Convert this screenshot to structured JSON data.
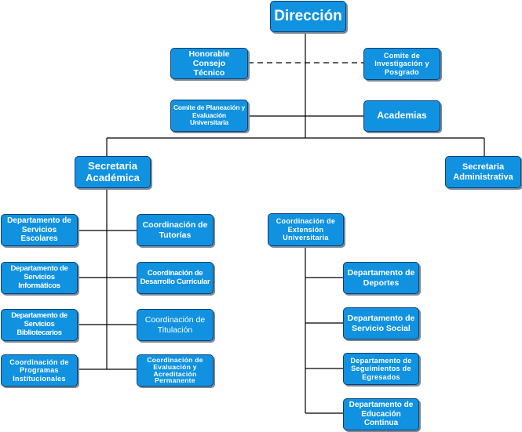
{
  "chart_title": "Dirección",
  "nodes": {
    "direccion": "Dirección",
    "consejo": "Honorable Consejo\nTécnico",
    "comite_investigacion": "Comite de\nInvestigación y\nPosgrado",
    "comite_planeacion": "Comite de Planeación y\nEvaluación\nUniversitaria",
    "academias": "Academias",
    "sec_academica": "Secretaria\nAcadémica",
    "sec_administrativa": "Secretaria\nAdministrativa",
    "depto_servicios_escolares": "Departamento de\nServicios Escolares",
    "coord_tutorias": "Coordinación de\nTutorías",
    "depto_servicios_informaticos": "Departamento de\nServicios Informáticos",
    "coord_desarrollo_curricular": "Coordinación de\nDesarrollo Curricular",
    "depto_servicios_bibliotecarios": "Departamento de\nServicios Bibliotecarios",
    "coord_titulacion": "Coordinación de\nTitulación",
    "coord_programas_institucionales": "Coordinación de\nProgramas\nInstitucionales",
    "coord_evaluacion_acreditacion": "Coordinación de\nEvaluación y\nAcreditación\nPermanente",
    "coord_extension": "Coordinación de\nExtensión\nUniversitaria",
    "depto_deportes": "Departamento de\nDeportes",
    "depto_servicio_social": "Departamento de\nServicio Social",
    "depto_seguimiento_egresados": "Departamento de\nSeguimientos de\nEgresados",
    "depto_educacion_continua": "Departamento de\nEducación\nContinua"
  },
  "colors": {
    "box_fill": "#1192e0",
    "box_border": "#0d3f73",
    "line": "#000000"
  }
}
